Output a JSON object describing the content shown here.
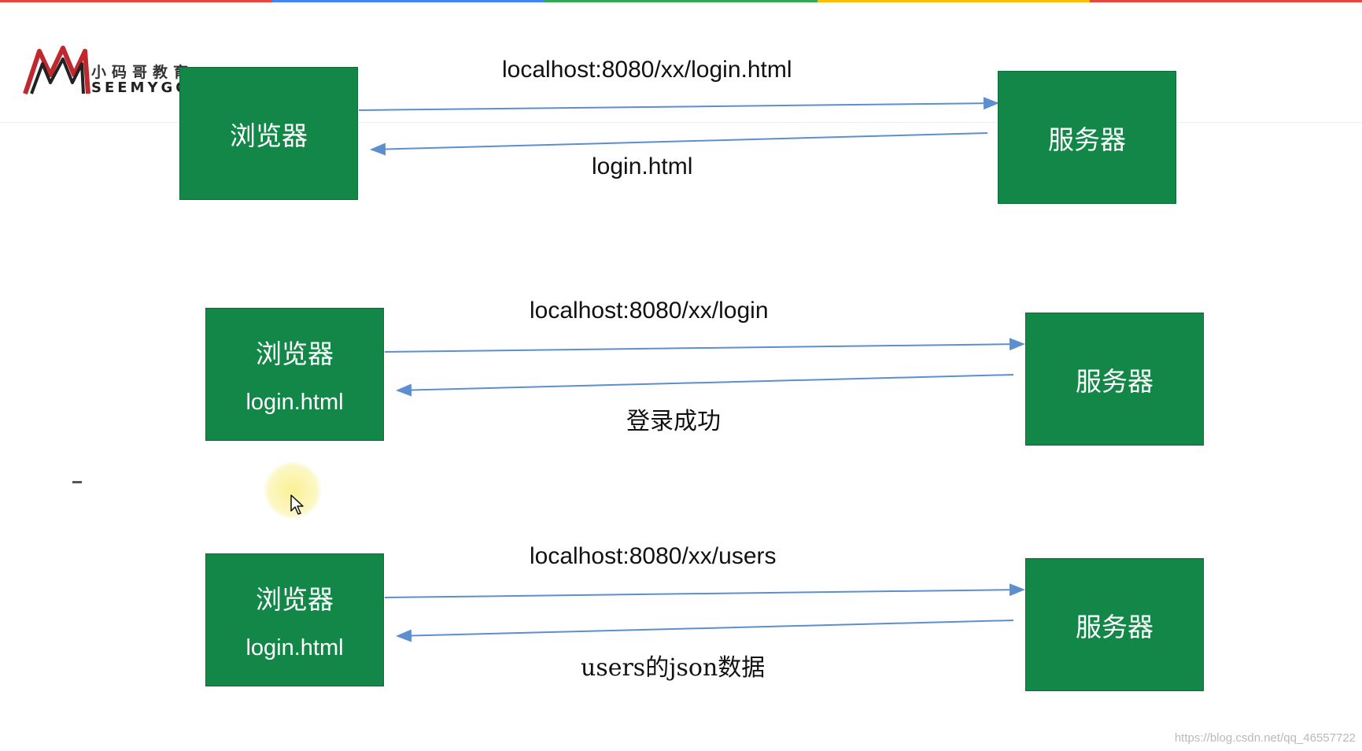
{
  "logo": {
    "cn": "小码哥教育",
    "en": "SEEMYGO"
  },
  "rows": [
    {
      "browser": {
        "title": "浏览器",
        "sub": ""
      },
      "server": {
        "title": "服务器"
      },
      "request": "localhost:8080/xx/login.html",
      "response": "login.html"
    },
    {
      "browser": {
        "title": "浏览器",
        "sub": "login.html"
      },
      "server": {
        "title": "服务器"
      },
      "request": "localhost:8080/xx/login",
      "response": "登录成功"
    },
    {
      "browser": {
        "title": "浏览器",
        "sub": "login.html"
      },
      "server": {
        "title": "服务器"
      },
      "request": "localhost:8080/xx/users",
      "response": "users的json数据"
    }
  ],
  "watermark": "https://blog.csdn.net/qq_46557722",
  "colors": {
    "box": "#128747",
    "arrow": "#5b8fcf",
    "highlight": "#fbf18f"
  },
  "icons": [
    "logo-m-icon",
    "cursor-icon"
  ]
}
